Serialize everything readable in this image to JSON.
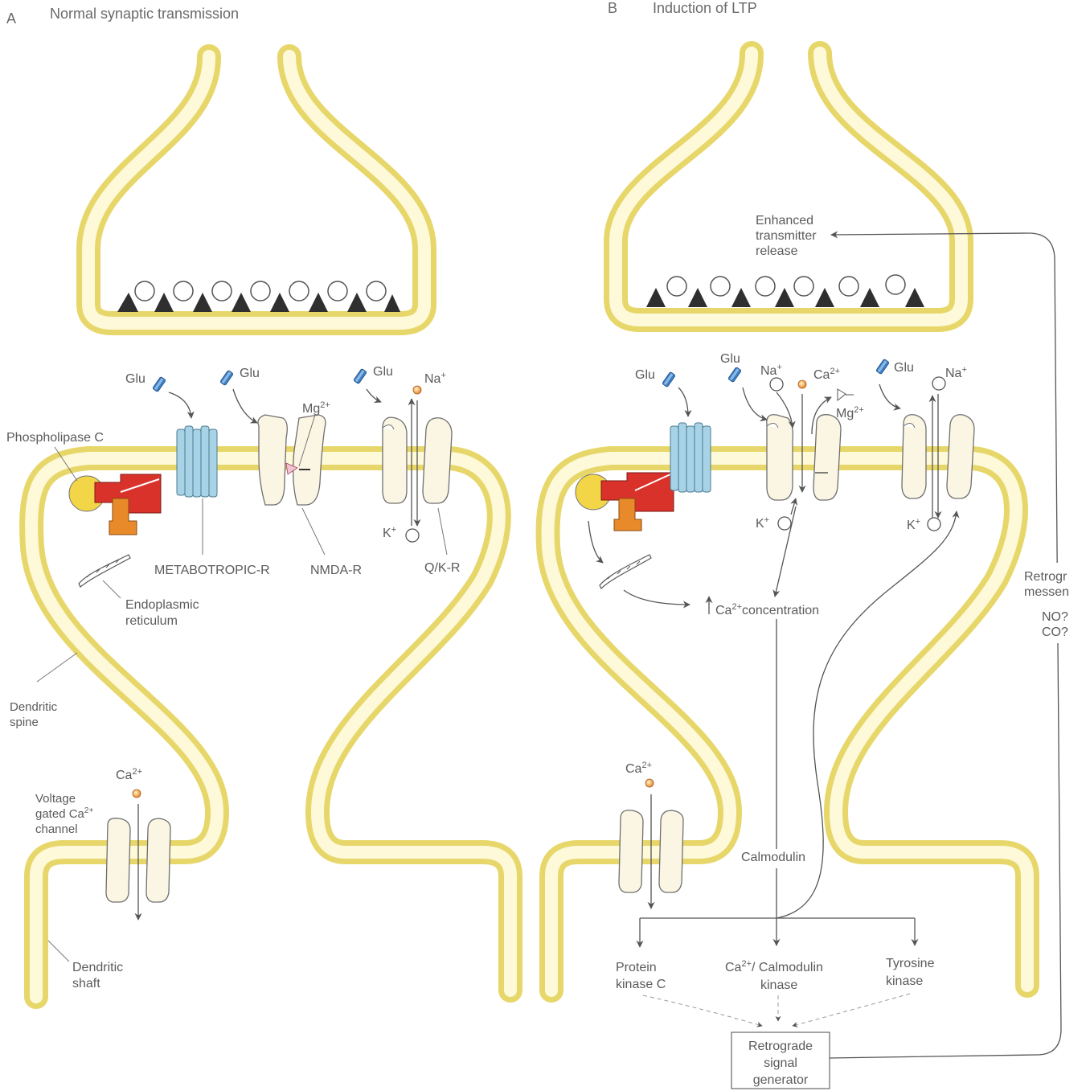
{
  "panels": {
    "a": {
      "letter": "A",
      "title": "Normal synaptic transmission",
      "labels": {
        "glu": "Glu",
        "mg": "Mg",
        "mg_sup": "2+",
        "na": "Na",
        "na_sup": "+",
        "k": "K",
        "k_sup": "+",
        "phospholipase_c": "Phospholipase C",
        "metabotropic_r": "METABOTROPIC-R",
        "nmda_r": "NMDA-R",
        "qk_r": "Q/K-R",
        "er_line1": "Endoplasmic",
        "er_line2": "reticulum",
        "spine_line1": "Dendritic",
        "spine_line2": "spine",
        "ca": "Ca",
        "ca_sup": "2+",
        "vg_line1": "Voltage",
        "vg_line2": "gated Ca",
        "vg_line3": "channel",
        "shaft_line1": "Dendritic",
        "shaft_line2": "shaft"
      }
    },
    "b": {
      "letter": "B",
      "title": "Induction of  LTP",
      "labels": {
        "etr_line1": "Enhanced",
        "etr_line2": "transmitter",
        "etr_line3": "release",
        "glu": "Glu",
        "na": "Na",
        "na_sup": "+",
        "ca": "Ca",
        "ca_sup": "2+",
        "mg": "Mg",
        "mg_sup": "2+",
        "k": "K",
        "k_sup": "+",
        "ca_conc": "concentration",
        "retro_line1": "Retrogr",
        "retro_line2": "messen",
        "no": "NO?",
        "co": "CO?",
        "calmodulin": "Calmodulin",
        "pkc_line1": "Protein",
        "pkc_line2": "kinase C",
        "camk_line1": "/ Calmodulin",
        "camk_line2": "kinase",
        "tk_line1": "Tyrosine",
        "tk_line2": "kinase",
        "rsg_line1": "Retrograde",
        "rsg_line2": "signal",
        "rsg_line3": "generator"
      }
    }
  },
  "colors": {
    "membrane": "#e7d76a",
    "membrane_inner": "#fdf9d9",
    "metabotropic_receptor": "#a8d3e6",
    "phospholipase": "#d9322a",
    "g_protein": "#e88a2a",
    "enzyme_yellow": "#f2d648",
    "glutamate": "#3b7fc4",
    "vesicle_triangle": "#2f2f2f",
    "calcium_ion": "#f0a040"
  }
}
